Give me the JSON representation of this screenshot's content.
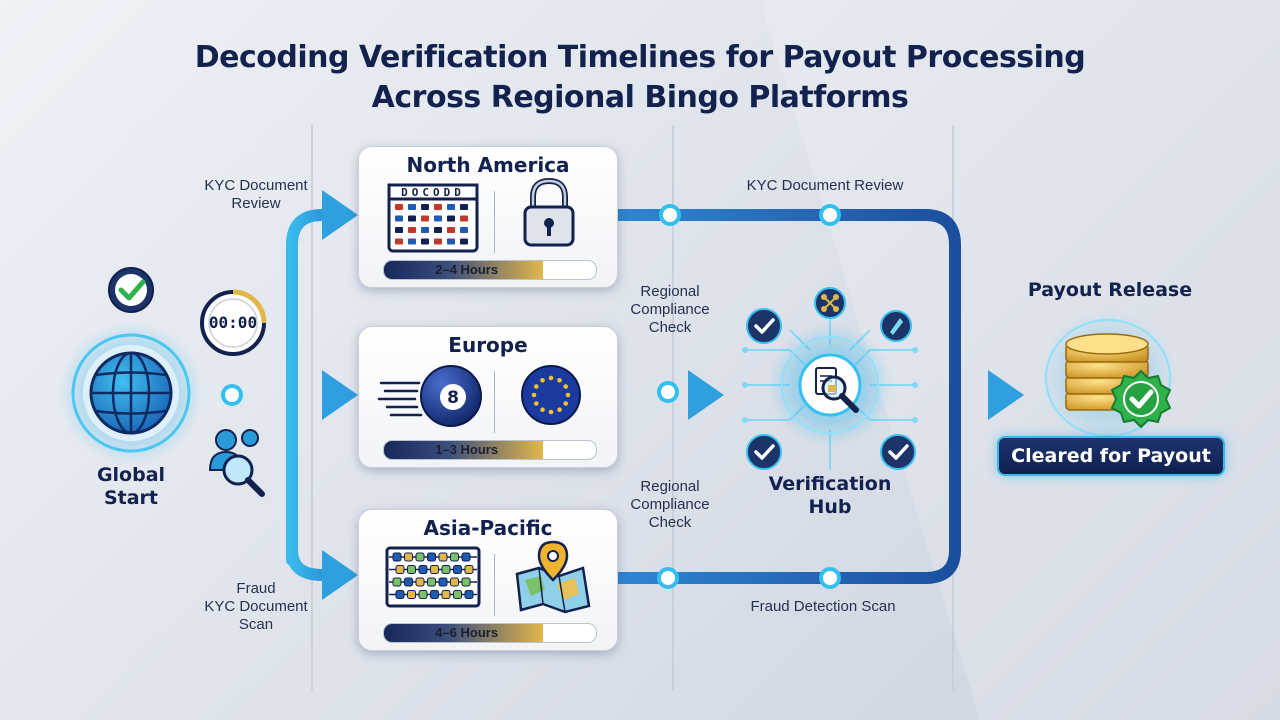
{
  "title_line1": "Decoding Verification Timelines for Payout Processing",
  "title_line2": "Across Regional Bingo Platforms",
  "start": {
    "label_line1": "Global",
    "label_line2": "Start",
    "timer_text": "00:00"
  },
  "left_labels": {
    "top_line1": "KYC Document",
    "top_line2": "Review",
    "bottom_line1": "Fraud",
    "bottom_line2": "KYC Document",
    "bottom_line3": "Scan"
  },
  "regions": [
    {
      "name": "North America",
      "duration": "2–4 Hours",
      "fill": 0.75
    },
    {
      "name": "Europe",
      "duration": "1–3 Hours",
      "fill": 0.75
    },
    {
      "name": "Asia-Pacific",
      "duration": "4–6 Hours",
      "fill": 0.75
    }
  ],
  "calendar_header": "DOCODD",
  "bingo_ball_number": "8",
  "right_labels": {
    "top": "KYC Document Review",
    "compliance1_line1": "Regional",
    "compliance1_line2": "Compliance",
    "compliance1_line3": "Check",
    "compliance2_line1": "Regional",
    "compliance2_line2": "Compliance",
    "compliance2_line3": "Check",
    "bottom": "Fraud Detection Scan"
  },
  "hub": {
    "label_line1": "Verification",
    "label_line2": "Hub"
  },
  "payout": {
    "title": "Payout Release",
    "badge": "Cleared for Payout"
  },
  "colors": {
    "navy": "#12214d",
    "flow_light": "#3ab7ea",
    "flow_dark": "#1f5bb0",
    "gold": "#e2b64a",
    "green": "#2fb24a"
  }
}
